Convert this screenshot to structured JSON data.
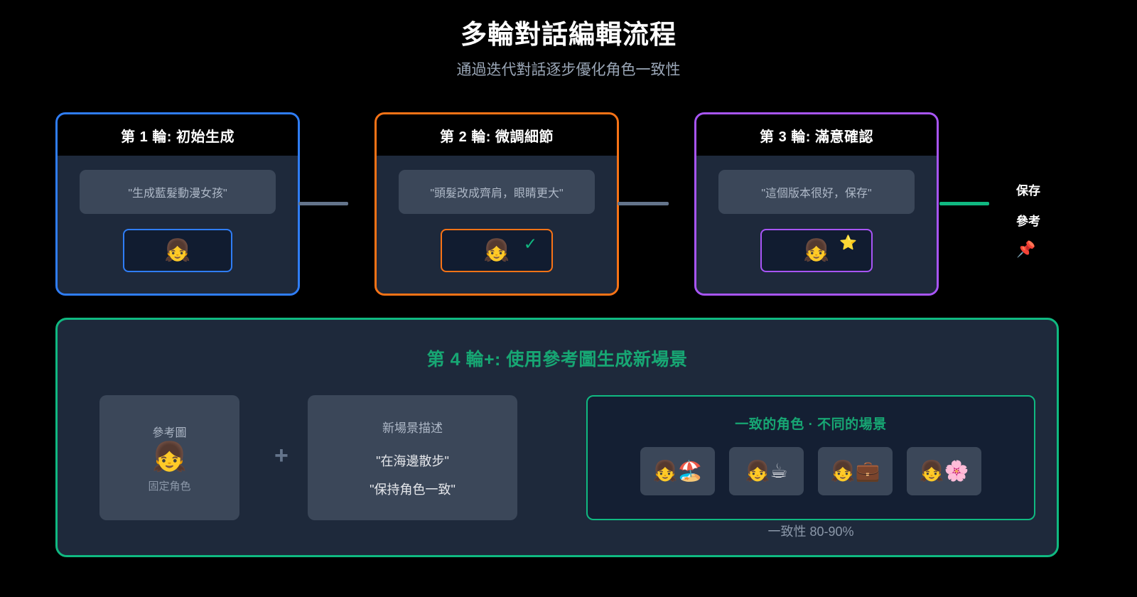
{
  "header": {
    "title": "多輪對話編輯流程",
    "subtitle": "通過迭代對話逐步優化角色一致性"
  },
  "rounds": [
    {
      "header": "第 1 輪: 初始生成",
      "prompt": "\"生成藍髮動漫女孩\"",
      "thumb_emoji": "👧",
      "badge": "",
      "accent": "#2f7df6"
    },
    {
      "header": "第 2 輪: 微調細節",
      "prompt": "\"頭髮改成齊肩，眼睛更大\"",
      "thumb_emoji": "👧",
      "badge": "✓",
      "accent": "#f97316"
    },
    {
      "header": "第 3 輪: 滿意確認",
      "prompt": "\"這個版本很好，保存\"",
      "thumb_emoji": "👧",
      "badge": "⭐",
      "accent": "#a855f7"
    }
  ],
  "save_ref": {
    "line1": "保存",
    "line2": "參考",
    "pin_icon": "📌"
  },
  "round4": {
    "title": "第 4 輪+: 使用參考圖生成新場景",
    "reference": {
      "label": "參考圖",
      "emoji": "👧",
      "caption": "固定角色"
    },
    "operator_plus": "+",
    "prompt_card": {
      "title": "新場景描述",
      "line1": "\"在海邊散步\"",
      "line2": "\"保持角色一致\""
    },
    "results": {
      "title": "一致的角色 · 不同的場景",
      "tiles": [
        "👧🏖️",
        "👧☕",
        "👧💼",
        "👧🌸"
      ]
    },
    "consistency": "一致性 80-90%"
  },
  "colors": {
    "background": "#000000",
    "card_body": "#1e293b",
    "prompt_box": "#3b4759",
    "round1_accent": "#2f7df6",
    "round2_accent": "#f97316",
    "round3_accent": "#a855f7",
    "round4_accent": "#10b981",
    "connector_gray": "#64748b",
    "connector_green": "#10b981"
  }
}
